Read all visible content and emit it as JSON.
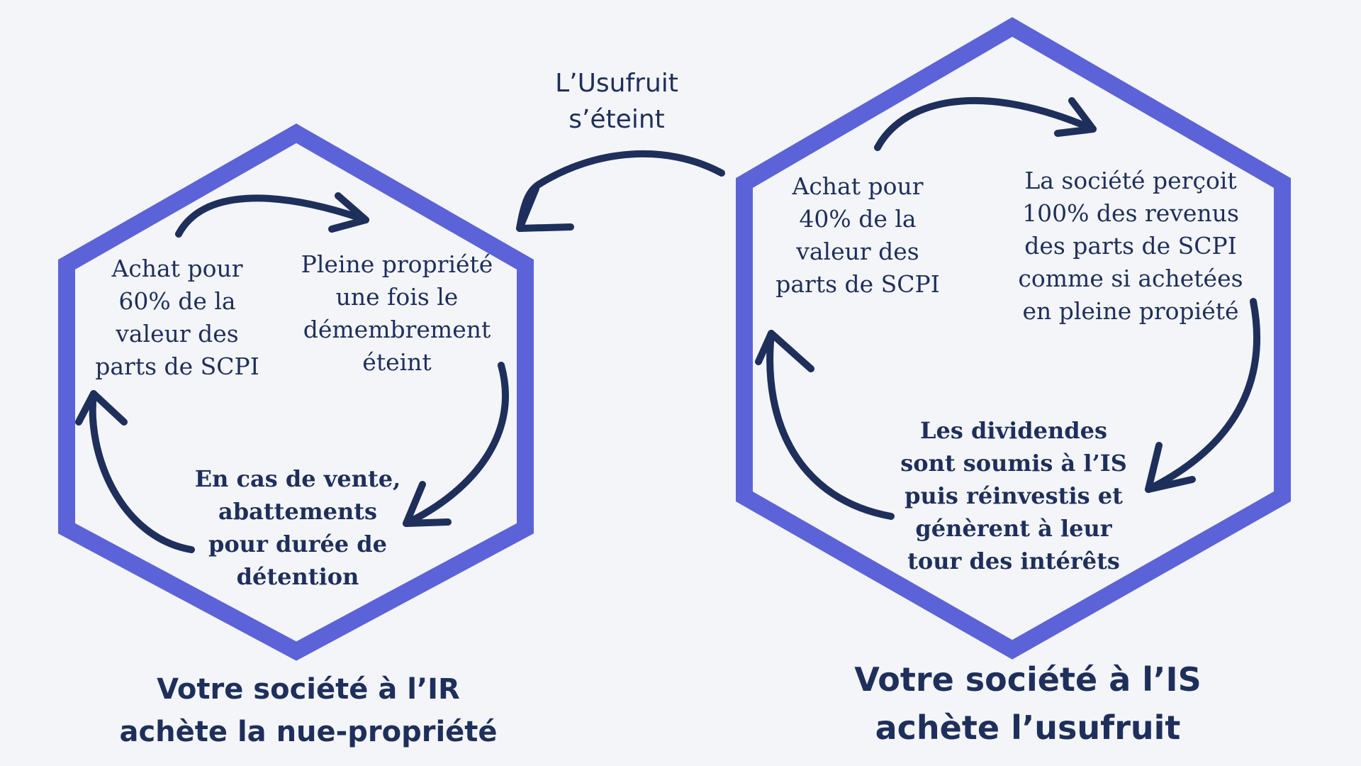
{
  "connector": {
    "label": "L’Usufruit\ns’éteint"
  },
  "left": {
    "title": "Votre société à l’IR\nachète la nue-propriété",
    "step_purchase": "Achat pour\n60% de la\nvaleur des\nparts de SCPI",
    "step_full_ownership": "Pleine propriété\nune fois le\ndémembrement\néteint",
    "step_sale": "En cas de vente,\nabattements\npour durée de\ndétention"
  },
  "right": {
    "title": "Votre société à l’IS\nachète l’usufruit",
    "step_purchase": "Achat pour\n40% de la\nvaleur des\nparts de SCPI",
    "step_income": "La société perçoit\n100% des revenus\ndes parts de SCPI\ncomme si achetées\nen pleine propiété",
    "step_dividends": "Les dividendes\nsont soumis à l’IS\npuis réinvestis et\ngénèrent à leur\ntour des intérêts"
  },
  "colors": {
    "background": "#f3f5f9",
    "hexagon": "#5c63d8",
    "text": "#1f2f5b"
  }
}
